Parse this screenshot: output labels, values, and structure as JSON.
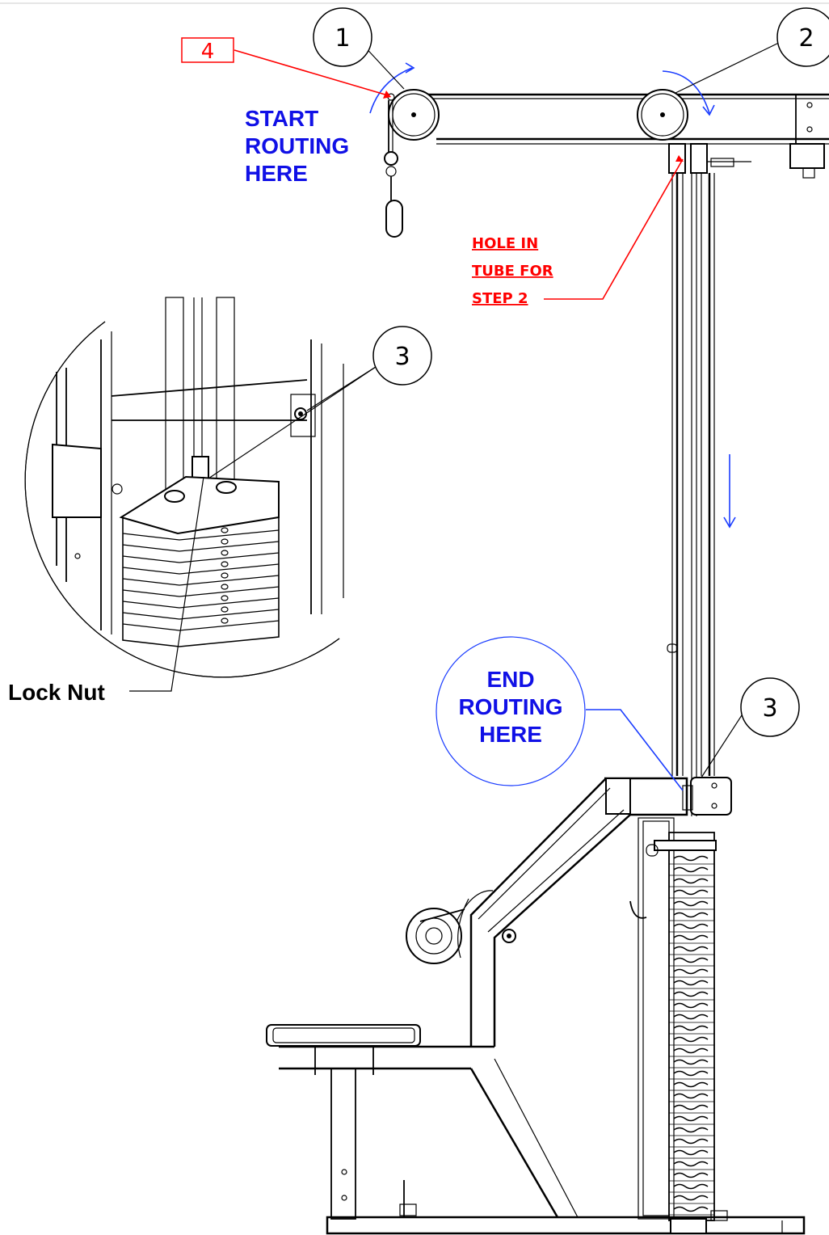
{
  "callouts": {
    "c1": "1",
    "c2": "2",
    "c3_detail": "3",
    "c3_main": "3",
    "c4": "4"
  },
  "labels": {
    "start_line1": "START",
    "start_line2": "ROUTING",
    "start_line3": "HERE",
    "end_line1": "END",
    "end_line2": "ROUTING",
    "end_line3": "HERE",
    "hole_line1": "HOLE IN",
    "hole_line2": "TUBE FOR",
    "hole_line3": "STEP 2",
    "lock_nut": "Lock Nut"
  },
  "colors": {
    "blue_text": "#1010e6",
    "red_text": "#ff0000",
    "line": "#000000"
  }
}
